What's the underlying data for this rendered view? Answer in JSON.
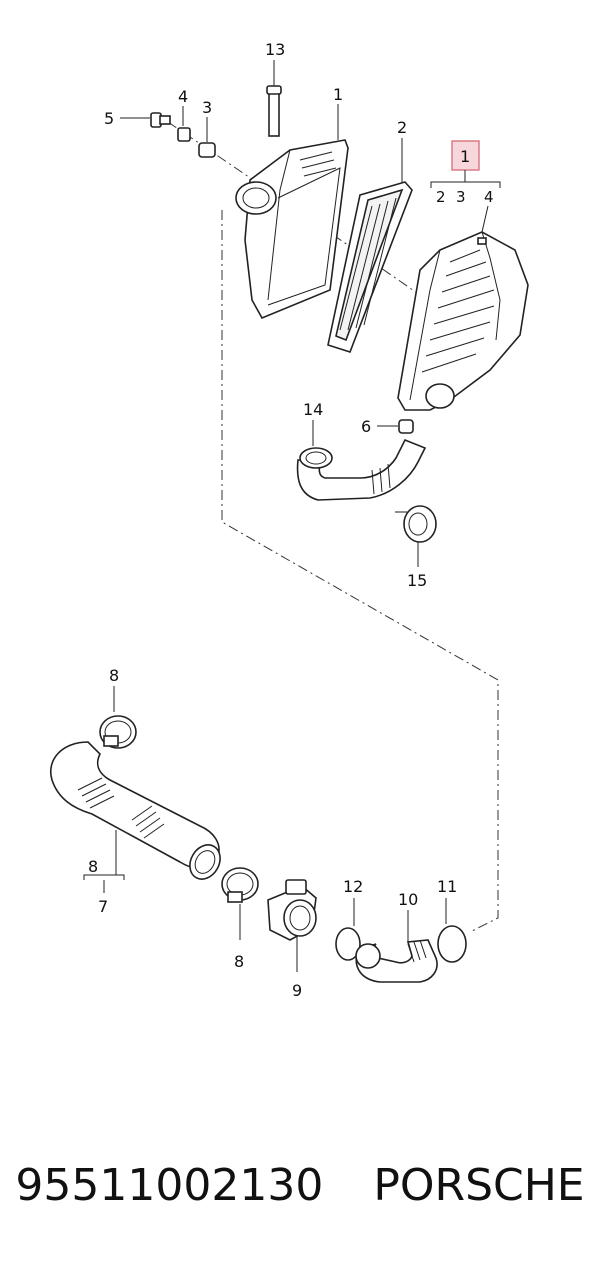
{
  "callouts": {
    "c13": "13",
    "c1a": "1",
    "c4a": "4",
    "c3a": "3",
    "c5": "5",
    "c2a": "2",
    "c1box": "1",
    "c2b": "2",
    "c3b": "3",
    "c4b": "4",
    "c14": "14",
    "c6": "6",
    "c15": "15",
    "c8a": "8",
    "c8b": "8",
    "c7": "7",
    "c8c": "8",
    "c9": "9",
    "c12": "12",
    "c10": "10",
    "c11": "11"
  },
  "footer": {
    "part_number": "95511002130",
    "brand": "PORSCHE"
  },
  "colors": {
    "highlight_fill": "#f8d7dc",
    "highlight_stroke": "#d9737f",
    "line": "#222222"
  }
}
